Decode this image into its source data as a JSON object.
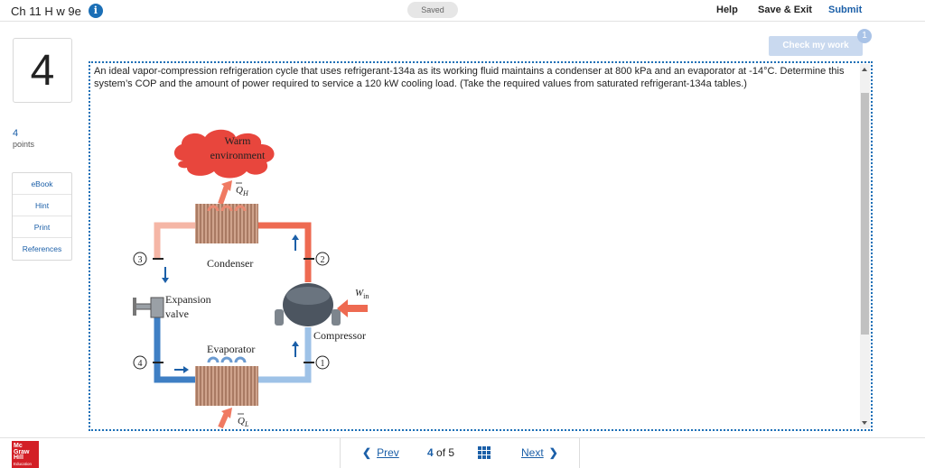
{
  "header": {
    "title": "Ch 11 H w 9e",
    "info_icon": "info-icon",
    "saved": "Saved",
    "help": "Help",
    "save_exit": "Save & Exit",
    "submit": "Submit"
  },
  "check": {
    "label": "Check my work",
    "badge": "1"
  },
  "question": {
    "number": "4",
    "points_value": "4",
    "points_label": "points",
    "text": "An ideal vapor-compression refrigeration cycle that uses refrigerant-134a as its working fluid maintains a condenser at 800 kPa and an evaporator at -14°C. Determine this system’s COP and the amount of power required to service a 120 kW cooling load. (Take the required values from saturated refrigerant-134a tables.)"
  },
  "sidebar": {
    "links": [
      {
        "label": "eBook"
      },
      {
        "label": "Hint"
      },
      {
        "label": "Print"
      },
      {
        "label": "References"
      }
    ]
  },
  "diagram": {
    "warm": "Warm",
    "environment": "environment",
    "qh": "Q",
    "qh_sub": "H",
    "condenser": "Condenser",
    "expansion1": "Expansion",
    "expansion2": "valve",
    "compressor": "Compressor",
    "win": "W",
    "win_sub": "in",
    "evaporator": "Evaporator",
    "ql": "Q",
    "ql_sub": "L",
    "state1": "1",
    "state2": "2",
    "state3": "3",
    "state4": "4"
  },
  "footer": {
    "logo_line1": "Mc",
    "logo_line2": "Graw",
    "logo_line3": "Hill",
    "logo_line4": "Education",
    "prev": "Prev",
    "current": "4",
    "of": "of",
    "total": "5",
    "next": "Next"
  },
  "colors": {
    "accent": "#1b5fa8",
    "hot_pipe": "#f07a62",
    "cold_pipe": "#3f7fc4",
    "cloud": "#e8463d"
  }
}
